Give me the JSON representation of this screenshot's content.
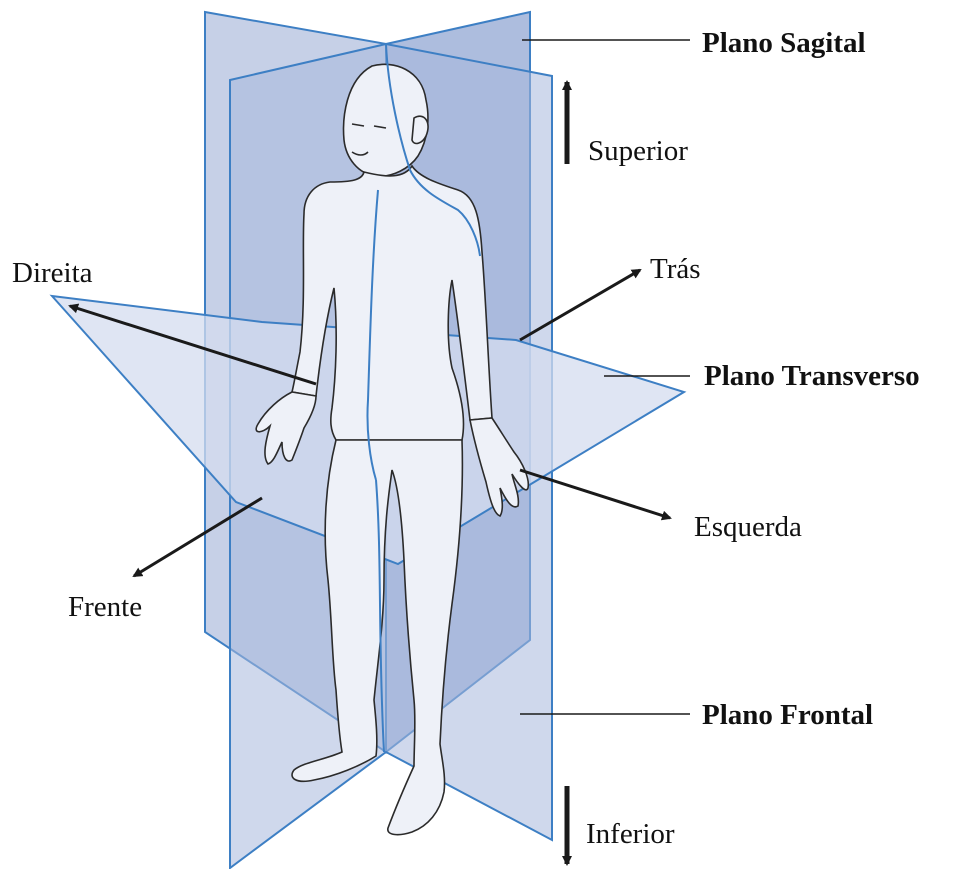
{
  "labels": {
    "sagittal": "Plano Sagital",
    "transverse": "Plano Transverso",
    "frontal": "Plano Frontal",
    "superior": "Superior",
    "inferior": "Inferior",
    "right": "Direita",
    "left": "Esquerda",
    "front": "Frente",
    "back": "Trás"
  },
  "colors": {
    "plane_fill": "#a9b9dc",
    "plane_fill_light": "#c8d3ea",
    "plane_edge": "#3d7fc4",
    "body_fill": "#eef1f8",
    "body_outline": "#2b2b2b",
    "arrow": "#1a1a1a"
  }
}
